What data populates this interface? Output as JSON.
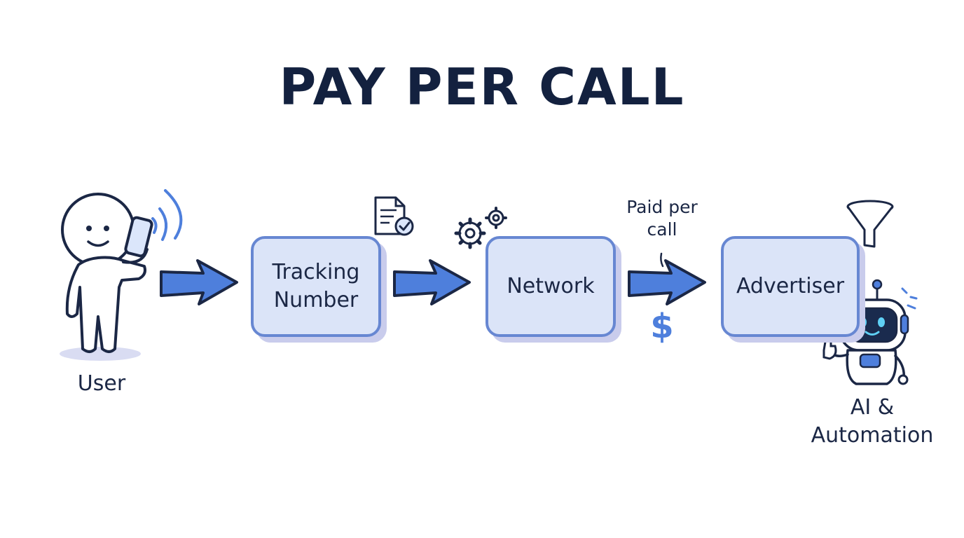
{
  "title": "PAY PER CALL",
  "nodes": {
    "user": "User",
    "tracking": "Tracking\nNumber",
    "network": "Network",
    "advertiser": "Advertiser",
    "ai": "AI &\nAutomation"
  },
  "annotations": {
    "paid": "Paid per\ncall",
    "dollar": "$"
  },
  "icons": [
    "user-figure",
    "phone-icon",
    "signal-waves-icon",
    "document-check-icon",
    "gears-icon",
    "funnel-icon",
    "robot-icon",
    "dollar-icon"
  ],
  "colors": {
    "accent": "#5b86e5",
    "box_fill": "#dbe4f8",
    "box_border": "#6787d2",
    "title": "#13213f"
  }
}
